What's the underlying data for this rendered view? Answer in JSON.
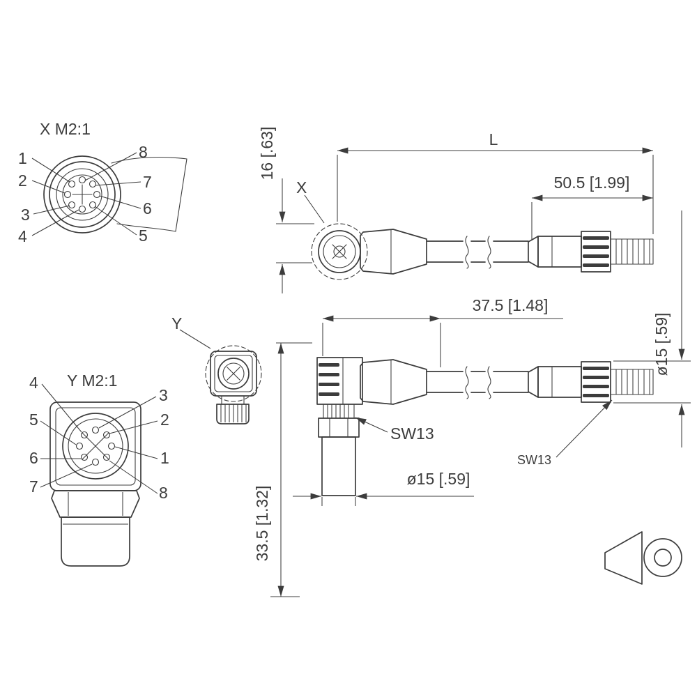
{
  "ink": "#3c3c3c",
  "background": "#ffffff",
  "face_x": {
    "title": "X M2:1",
    "pins": {
      "p1": "1",
      "p2": "2",
      "p3": "3",
      "p4": "4",
      "p5": "5",
      "p6": "6",
      "p7": "7",
      "p8": "8"
    }
  },
  "face_y": {
    "title": "Y M2:1",
    "pins": {
      "p1": "1",
      "p2": "2",
      "p3": "3",
      "p4": "4",
      "p5": "5",
      "p6": "6",
      "p7": "7",
      "p8": "8"
    }
  },
  "straight": {
    "label": "X",
    "dim_length": "L",
    "dim_connector": "50.5 [1.99]",
    "dim_height": "16 [.63]"
  },
  "angled": {
    "label": "Y",
    "dim_connector": "37.5 [1.48]",
    "dim_diameter": "ø15 [.59]",
    "dim_thread": "ø15 [.59]",
    "dim_height": "33.5 [1.32]",
    "sw_left": "SW13",
    "sw_right": "SW13"
  }
}
